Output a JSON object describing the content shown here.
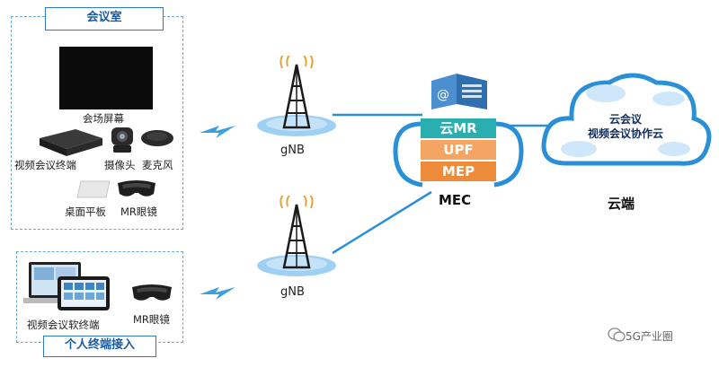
{
  "meeting_room": {
    "title": "会议室",
    "devices": {
      "screen": "会场屏幕",
      "terminal": "视频会议终端",
      "camera": "摄像头",
      "microphone": "麦克风",
      "tablet": "桌面平板",
      "mr_glasses": "MR眼镜"
    }
  },
  "personal_access": {
    "title": "个人终端接入",
    "devices": {
      "soft_terminal": "视频会议软终端",
      "mr_glasses": "MR眼镜"
    }
  },
  "gnb_top": "gNB",
  "gnb_bottom": "gNB",
  "mec": {
    "label": "MEC",
    "layers": [
      "云MR",
      "UPF",
      "MEP"
    ]
  },
  "cloud": {
    "line1": "云会议",
    "line2": "视频会议协作云",
    "label": "云端"
  },
  "watermark": "5G产业圈",
  "colors": {
    "accent": "#2b8fd6",
    "layer_mr": "#2aaeb0",
    "layer_upf": "#f5964a",
    "layer_mep": "#f08a3a"
  }
}
